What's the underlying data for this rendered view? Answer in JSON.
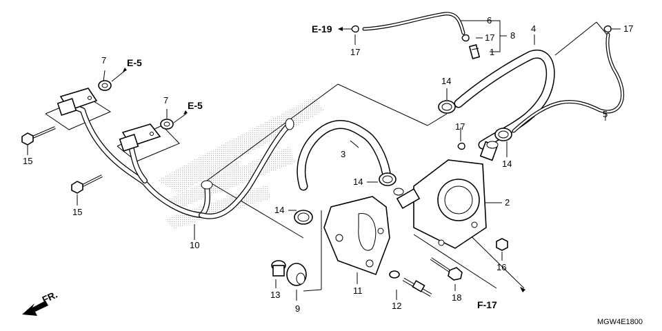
{
  "diagram_code": "MGW4E1800",
  "direction_label": "FR.",
  "references": {
    "e19": "E-19",
    "e5_upper": "E-5",
    "e5_lower": "E-5",
    "f17": "F-17"
  },
  "callouts": {
    "n1": "1",
    "n2": "2",
    "n3": "3",
    "n4": "4",
    "n5": "5",
    "n6": "6",
    "n7a": "7",
    "n7b": "7",
    "n8": "8",
    "n9": "9",
    "n10": "10",
    "n11": "11",
    "n12": "12",
    "n13": "13",
    "n14a": "14",
    "n14b": "14",
    "n14c": "14",
    "n14d": "14",
    "n15a": "15",
    "n15b": "15",
    "n16": "16",
    "n17a": "17",
    "n17b": "17",
    "n17c": "17",
    "n17d": "17",
    "n18": "18"
  },
  "colors": {
    "ink": "#000000",
    "paper": "#ffffff",
    "logo_dots": "#b5b5b5"
  }
}
